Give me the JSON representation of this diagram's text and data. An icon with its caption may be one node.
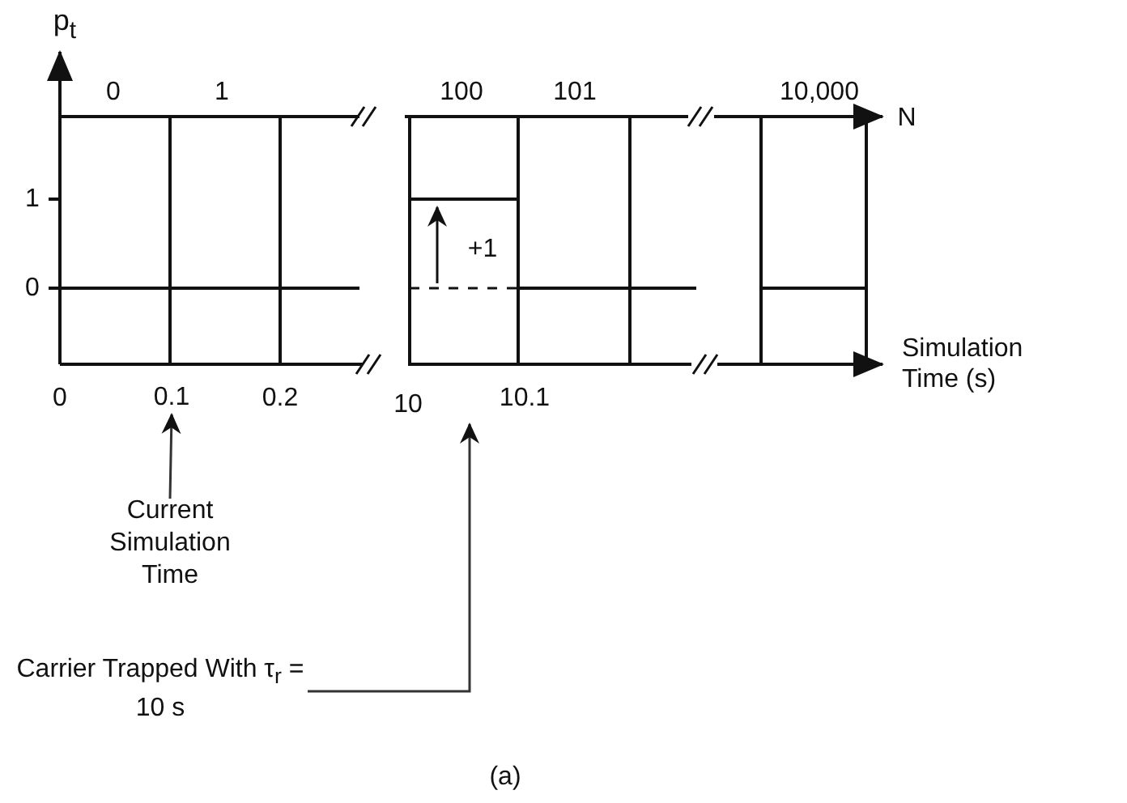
{
  "diagram": {
    "caption": "(a)",
    "nodes": [
      {
        "text": [
          "0.1"
        ]
      },
      {
        "text": [
          "Current Simulation Time"
        ]
      },
      {
        "text": [
          "Carrier Trapped With τ$_{r}$ = 10 s"
        ]
      }
    ],
    "edges": [
      {
        "from": 1,
        "to": 0,
        "arrow": "to"
      },
      {
        "from": 2,
        "to": null,
        "arrow": "to"
      }
    ],
    "labels": [
      "p$_{t}$",
      "0",
      "1",
      "100",
      "101",
      "10,000",
      "N",
      "1",
      "+1",
      "0",
      "Simulation Time (s)",
      "0",
      "0.2",
      "10",
      "10.1"
    ]
  }
}
